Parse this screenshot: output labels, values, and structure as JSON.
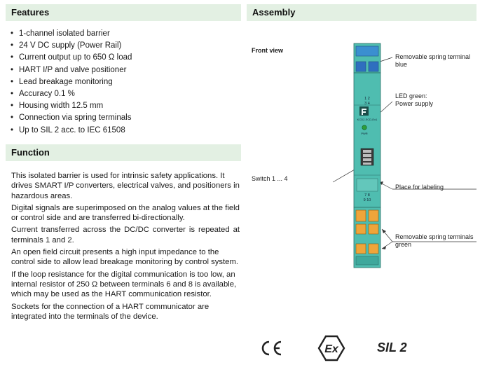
{
  "features": {
    "title": "Features",
    "items": [
      "1-channel isolated barrier",
      "24 V DC supply (Power Rail)",
      "Current output up to 650 Ω load",
      "HART I/P and valve positioner",
      "Lead breakage monitoring",
      "Accuracy 0.1 %",
      "Housing width 12.5 mm",
      "Connection via spring terminals",
      "Up to SIL 2 acc. to IEC 61508"
    ]
  },
  "function": {
    "title": "Function",
    "paragraphs": [
      "This isolated barrier is used for intrinsic safety applications. It drives SMART I/P converters, electrical valves, and positioners in hazardous areas.",
      "Digital signals are superimposed on the analog values at the field or control side and are transferred bi-directionally.",
      "Current transferred across the DC/DC converter is repeated at terminals 1 and 2.",
      "An open field circuit presents a high input impedance to the control side to allow lead breakage monitoring by control system.",
      "If the loop resistance for the digital communication is too low, an internal resistor of 250 Ω between terminals 6 and 8 is available, which may be used as the HART communication resistor.",
      "Sockets for the connection of a HART communicator are integrated into the terminals of the device."
    ]
  },
  "assembly": {
    "title": "Assembly",
    "front_view": "Front view",
    "labels": {
      "terminal_blue": [
        "Removable spring terminal",
        "blue"
      ],
      "led": [
        "LED green:",
        "Power supply"
      ],
      "switch": "Switch 1 ... 4",
      "labeling": "Place for labeling",
      "terminals_green": [
        "Removable spring terminals",
        "green"
      ]
    },
    "device": {
      "top_terminals": [
        "1  2",
        "3  4"
      ],
      "model": "KCD2-SCD-Ex1",
      "led_label": "PWR",
      "bottom_terminals": [
        "7  8",
        "9  10"
      ]
    }
  },
  "logos": {
    "ce": "CE",
    "ex": "Ex",
    "sil": "SIL 2"
  },
  "colors": {
    "header_bg": "#e3f0e3",
    "device_teal": "#4fbdb0",
    "terminal_orange": "#f0a53a",
    "terminal_blue": "#2f6fbf",
    "led_green": "#2c9e3a"
  }
}
